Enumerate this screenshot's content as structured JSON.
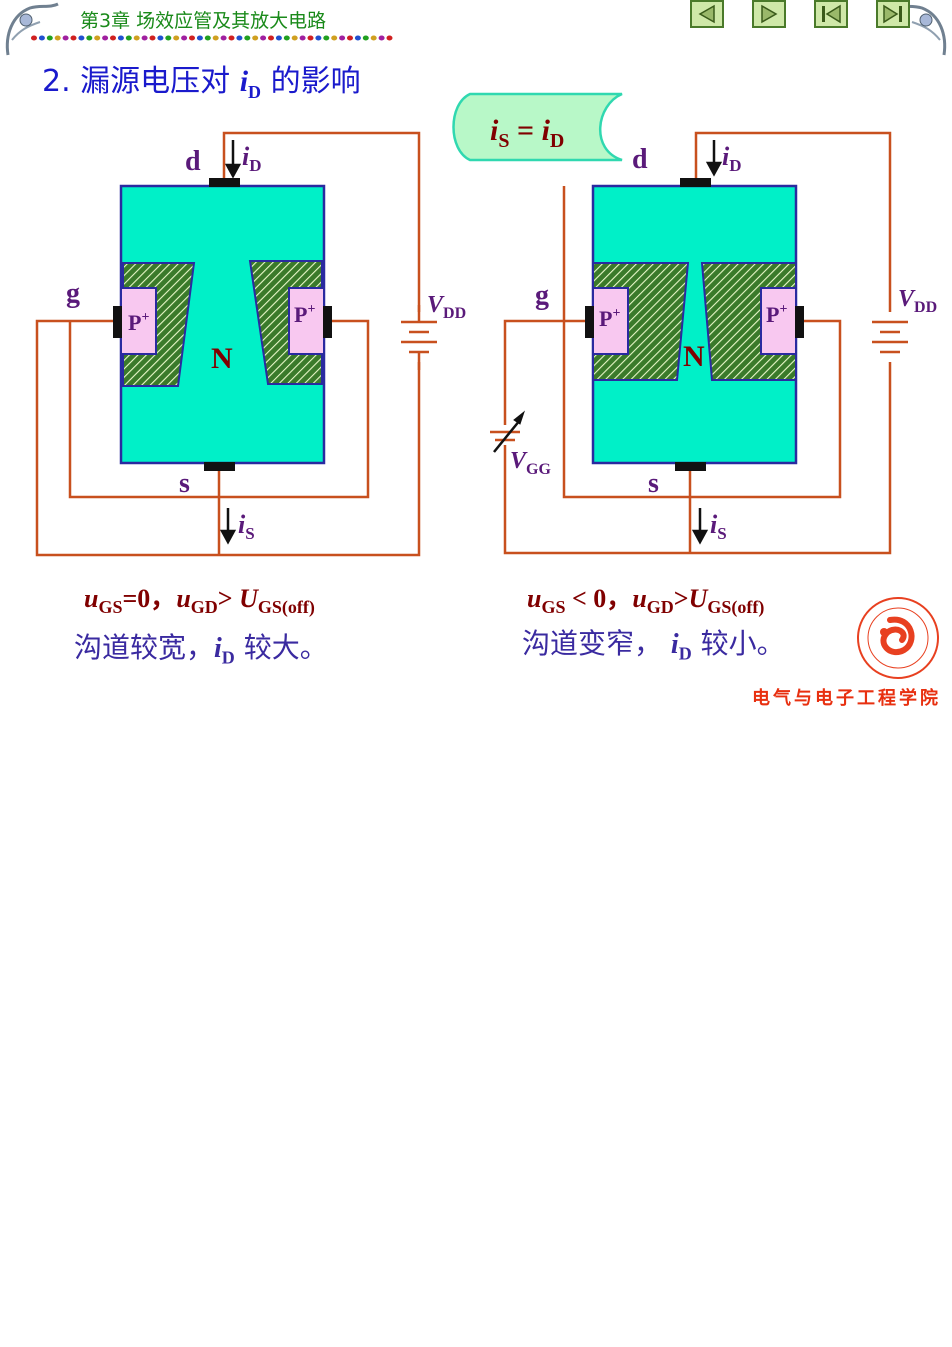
{
  "header": {
    "chapter_title": "第3章  场效应管及其放大电路",
    "nav_buttons": [
      "previous-slide",
      "next-slide",
      "first-slide",
      "last-slide"
    ]
  },
  "section": {
    "title_prefix": "2. 漏源电压对 ",
    "title_var": "i",
    "title_sub": "D",
    "title_suffix": " 的影响"
  },
  "callout": {
    "lhs": "i",
    "lhs_sub": "S",
    "eq": " = ",
    "rhs": "i",
    "rhs_sub": "D"
  },
  "circuit_labels": {
    "drain": "d",
    "gate": "g",
    "source": "s",
    "p_region": "P",
    "p_sup": "+",
    "n_region": "N",
    "id": "i",
    "id_sub": "D",
    "is": "i",
    "is_sub": "S",
    "vdd": "V",
    "vdd_sub": "DD",
    "vgg": "V",
    "vgg_sub": "GG"
  },
  "left_case": {
    "cond_u1": "u",
    "cond_u1_sub": "GS",
    "cond_eq": "=0，",
    "cond_u2": "u",
    "cond_u2_sub": "GD",
    "cond_gt": "> ",
    "cond_U": "U",
    "cond_U_sub": "GS(off)",
    "desc_prefix": "沟道较宽，",
    "desc_var": "i",
    "desc_sub": "D",
    "desc_suffix": " 较大。"
  },
  "right_case": {
    "cond_u1": "u",
    "cond_u1_sub": "GS",
    "cond_eq": " < 0，",
    "cond_u2": "u",
    "cond_u2_sub": "GD",
    "cond_gt": ">",
    "cond_U": "U",
    "cond_U_sub": "GS(off)",
    "desc_prefix": "沟道变窄， ",
    "desc_var": "i",
    "desc_sub": "D",
    "desc_suffix": " 较小。"
  },
  "footer": {
    "school": "电气与电子工程学院"
  },
  "colors": {
    "wire": "#c8501e",
    "substrate": "#00f0c8",
    "p_region": "#f8c8f0",
    "label": "#5a1a7a",
    "callout_fill": "#b8f8c8",
    "callout_border": "#30d8b0"
  }
}
